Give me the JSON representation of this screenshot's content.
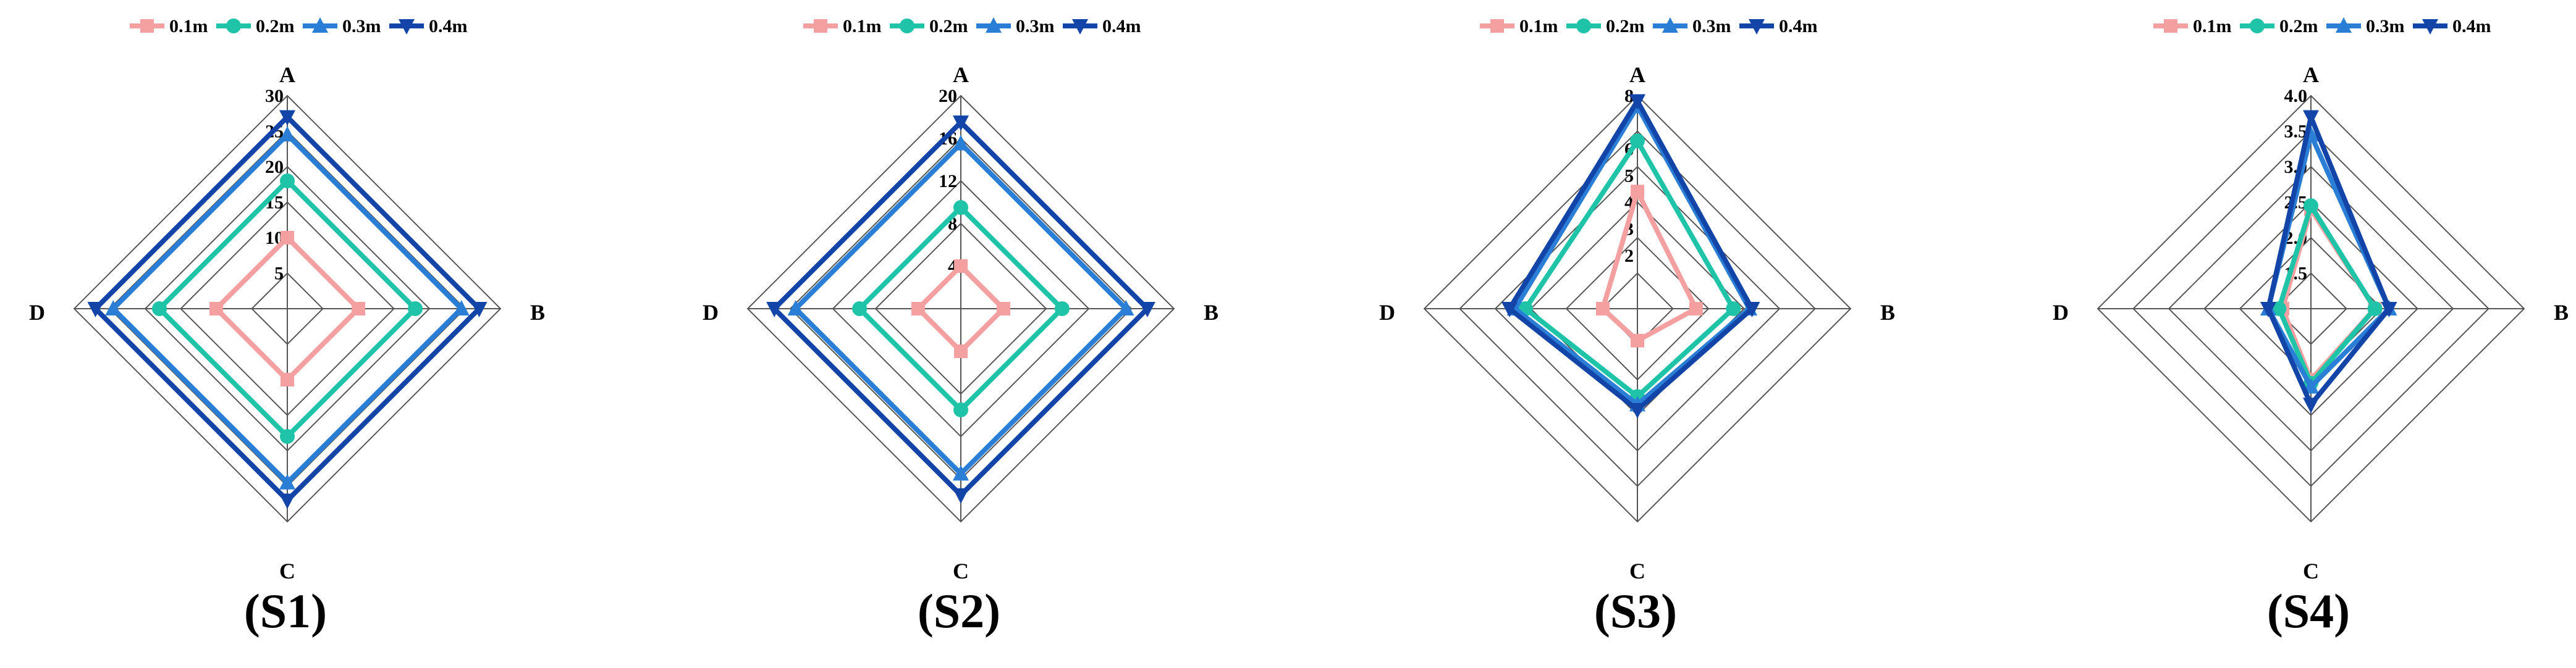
{
  "colors": {
    "0.1m": "#f4a0a0",
    "0.2m": "#1fc4a8",
    "0.3m": "#2a7ed6",
    "0.4m": "#1344a8",
    "grid": "#555555",
    "text": "#000000"
  },
  "legend": [
    "0.1m",
    "0.2m",
    "0.3m",
    "0.4m"
  ],
  "chart_data": [
    {
      "type": "radar",
      "title": "(S1)",
      "axes": [
        "A",
        "B",
        "C",
        "D"
      ],
      "rmin": 0,
      "rmax": 30,
      "ticks": [
        5,
        10,
        15,
        20,
        25,
        30
      ],
      "tick_labels": [
        "5",
        "10",
        "15",
        "20",
        "25",
        "30"
      ],
      "rings": 6,
      "series": [
        {
          "name": "0.1m",
          "values": [
            10,
            10,
            10,
            10
          ]
        },
        {
          "name": "0.2m",
          "values": [
            18,
            18,
            18,
            18
          ]
        },
        {
          "name": "0.3m",
          "values": [
            24.5,
            24.5,
            24.5,
            24.5
          ]
        },
        {
          "name": "0.4m",
          "values": [
            27,
            27,
            27,
            27
          ]
        }
      ]
    },
    {
      "type": "radar",
      "title": "(S2)",
      "axes": [
        "A",
        "B",
        "C",
        "D"
      ],
      "rmin": 0,
      "rmax": 20,
      "ticks": [
        4,
        8,
        12,
        16,
        20
      ],
      "tick_labels": [
        "4",
        "8",
        "12",
        "16",
        "20"
      ],
      "rings": 5,
      "series": [
        {
          "name": "0.1m",
          "values": [
            4,
            4,
            4,
            4
          ]
        },
        {
          "name": "0.2m",
          "values": [
            9.5,
            9.5,
            9.5,
            9.5
          ]
        },
        {
          "name": "0.3m",
          "values": [
            15.5,
            15.5,
            15.5,
            15.5
          ]
        },
        {
          "name": "0.4m",
          "values": [
            17.5,
            17.5,
            17.5,
            17.5
          ]
        }
      ]
    },
    {
      "type": "radar",
      "title": "(S3)",
      "axes": [
        "A",
        "B",
        "C",
        "D"
      ],
      "rmin": 0,
      "rmax": 8,
      "ticks": [
        2,
        3,
        4,
        5,
        6,
        8
      ],
      "tick_labels": [
        "2",
        "3",
        "4",
        "5",
        "6",
        "8"
      ],
      "rings": 6,
      "series": [
        {
          "name": "0.1m",
          "values": [
            4.4,
            2.2,
            1.2,
            1.3
          ]
        },
        {
          "name": "0.2m",
          "values": [
            6.3,
            3.6,
            3.3,
            4.2
          ]
        },
        {
          "name": "0.3m",
          "values": [
            7.6,
            4.2,
            3.6,
            4.6
          ]
        },
        {
          "name": "0.4m",
          "values": [
            7.8,
            4.3,
            3.8,
            4.8
          ]
        }
      ]
    },
    {
      "type": "radar",
      "title": "(S4)",
      "axes": [
        "A",
        "B",
        "C",
        "D"
      ],
      "rmin": 1.0,
      "rmax": 4.0,
      "ticks": [
        1.5,
        2.0,
        2.5,
        3.0,
        3.5,
        4.0
      ],
      "tick_labels": [
        "1.5",
        "2.0",
        "2.5",
        "3.0",
        "3.5",
        "4.0"
      ],
      "rings": 6,
      "series": [
        {
          "name": "0.1m",
          "values": [
            2.4,
            1.9,
            2.0,
            1.4
          ]
        },
        {
          "name": "0.2m",
          "values": [
            2.45,
            1.9,
            2.05,
            1.45
          ]
        },
        {
          "name": "0.3m",
          "values": [
            3.45,
            2.1,
            2.1,
            1.6
          ]
        },
        {
          "name": "0.4m",
          "values": [
            3.7,
            2.1,
            2.35,
            1.6
          ]
        }
      ]
    }
  ]
}
